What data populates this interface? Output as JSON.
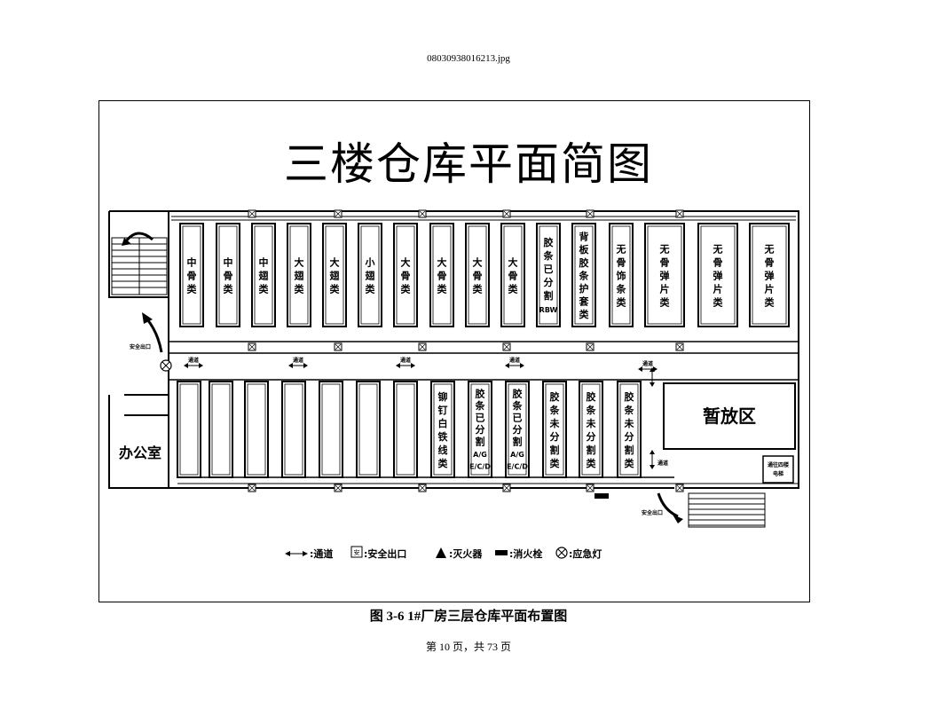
{
  "document": {
    "file_name": "08030938016213.jpg",
    "caption": "图 3-6     1#厂房三层仓库平面布置图",
    "page_number": "第 10 页，共  73 页"
  },
  "plan": {
    "title": "三楼仓库平面简图",
    "rooms": {
      "office": "办公室",
      "staging": "暂放区",
      "elevator": "通往四楼电梯"
    },
    "exit_label": "安全出口",
    "aisle_label": "通道",
    "top_row_racks": [
      "中骨类",
      "中骨类",
      "中翅类",
      "大翅类",
      "大翅类",
      "小翅类",
      "大骨类",
      "大骨类",
      "大骨类",
      "大骨类",
      "胶条已分割RBW",
      "背板胶条护套类",
      "无骨饰条类",
      "无骨弹片类",
      "无骨弹片类",
      "无骨弹片类"
    ],
    "bottom_row_racks": [
      "",
      "",
      "",
      "",
      "",
      "",
      "",
      "铆钉白铁线类",
      "胶条已分割A/G E/C/D",
      "胶条已分割A/G E/C/D",
      "胶条未分割类",
      "胶条未分割类",
      "胶条未分割类"
    ]
  },
  "legend": {
    "aisle": ":通道",
    "safety_exit": ":安全出口",
    "extinguisher": ":灭火器",
    "hydrant": ":消火栓",
    "emergency_light": ":应急灯"
  }
}
